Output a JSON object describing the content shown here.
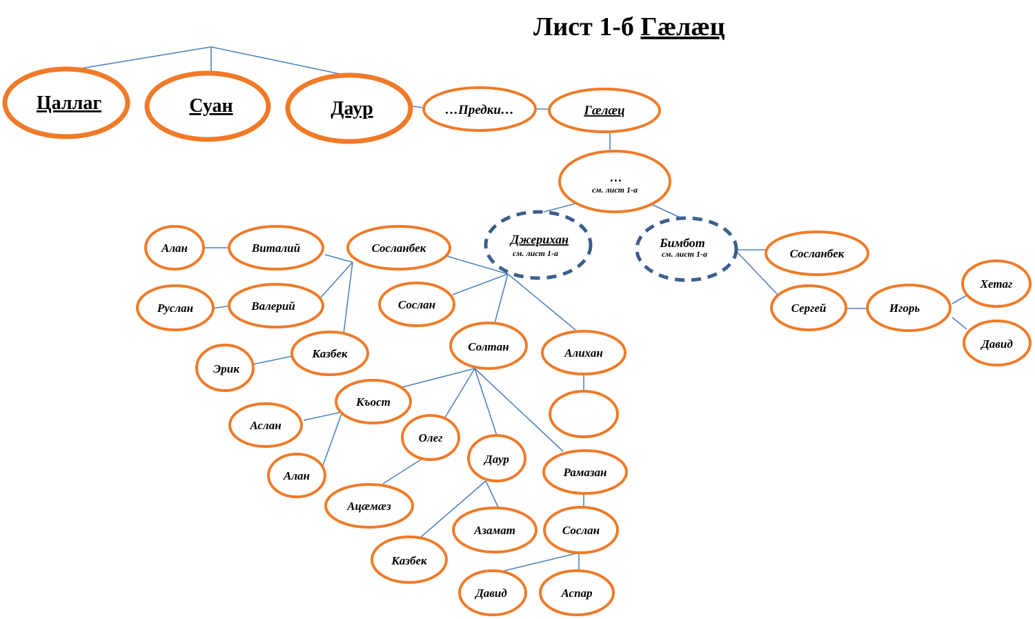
{
  "title": {
    "prefix": "Лист 1-б",
    "name": "Гæлæц"
  },
  "nodes": {
    "tsallag": {
      "label": "Цаллаг"
    },
    "suan": {
      "label": "Суан"
    },
    "daur_top": {
      "label": "Даур"
    },
    "predki": {
      "label": "…Предки…"
    },
    "gaelaets": {
      "label": "Гæлæц"
    },
    "ellipsis": {
      "label": "…",
      "note": "см. лист 1-а"
    },
    "dzherikhan": {
      "label": "Джерихан",
      "note": "см. лист 1-а"
    },
    "bimbot": {
      "label": "Бимбот",
      "note": "см. лист 1-а"
    },
    "soslanbek_l": {
      "label": "Сосланбек"
    },
    "vitaliy": {
      "label": "Виталий"
    },
    "alan_l": {
      "label": "Алан"
    },
    "valeriy": {
      "label": "Валерий"
    },
    "ruslan": {
      "label": "Руслан"
    },
    "kazbek_l": {
      "label": "Казбек"
    },
    "erik": {
      "label": "Эрик"
    },
    "soslan_m": {
      "label": "Сослан"
    },
    "soltan": {
      "label": "Солтан"
    },
    "alikhan": {
      "label": "Алихан"
    },
    "alikhan_child": {
      "label": ""
    },
    "kost": {
      "label": "Къост"
    },
    "aslan": {
      "label": "Аслан"
    },
    "alan_b": {
      "label": "Алан"
    },
    "oleg": {
      "label": "Олег"
    },
    "atsaemaez": {
      "label": "Ацæмæз"
    },
    "daur_m": {
      "label": "Даур"
    },
    "azamat": {
      "label": "Азамат"
    },
    "kazbek_b": {
      "label": "Казбек"
    },
    "ramazan": {
      "label": "Рамазан"
    },
    "soslan_b": {
      "label": "Сослан"
    },
    "david_b": {
      "label": "Давид"
    },
    "aspar": {
      "label": "Аспар"
    },
    "soslanbek_r": {
      "label": "Сосланбек"
    },
    "sergey": {
      "label": "Сергей"
    },
    "igor": {
      "label": "Игорь"
    },
    "khetag": {
      "label": "Хетаг"
    },
    "david_r": {
      "label": "Давид"
    }
  },
  "colors": {
    "node_border": "#f07a28",
    "dashed_border": "#3b5e8c",
    "edge": "#4f81bd"
  }
}
